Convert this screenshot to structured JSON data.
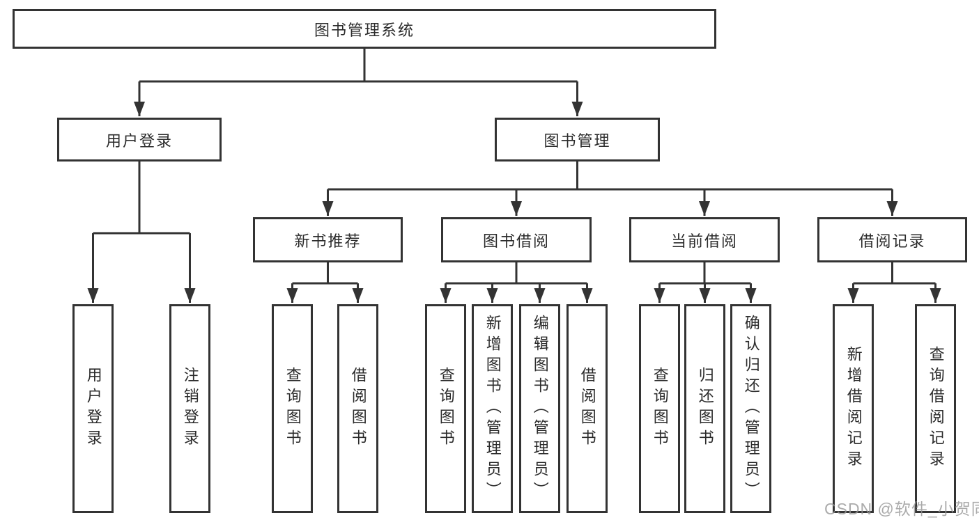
{
  "tree": {
    "root": "图书管理系统",
    "children": [
      {
        "label": "用户登录",
        "children": [
          {
            "label": "用户登录"
          },
          {
            "label": "注销登录"
          }
        ]
      },
      {
        "label": "图书管理",
        "children": [
          {
            "label": "新书推荐",
            "children": [
              {
                "label": "查询图书"
              },
              {
                "label": "借阅图书"
              }
            ]
          },
          {
            "label": "图书借阅",
            "children": [
              {
                "label": "查询图书"
              },
              {
                "label": "新增图书（管理员）"
              },
              {
                "label": "编辑图书（管理员）"
              },
              {
                "label": "借阅图书"
              }
            ]
          },
          {
            "label": "当前借阅",
            "children": [
              {
                "label": "查询图书"
              },
              {
                "label": "归还图书"
              },
              {
                "label": "确认归还（管理员）"
              }
            ]
          },
          {
            "label": "借阅记录",
            "children": [
              {
                "label": "新增借阅记录"
              },
              {
                "label": "查询借阅记录"
              }
            ]
          }
        ]
      }
    ]
  },
  "watermark": "CSDN @软件_小贺同学",
  "colors": {
    "line": "#333333",
    "text": "#2b2b2b",
    "background": "#ffffff",
    "watermark": "#969696"
  }
}
